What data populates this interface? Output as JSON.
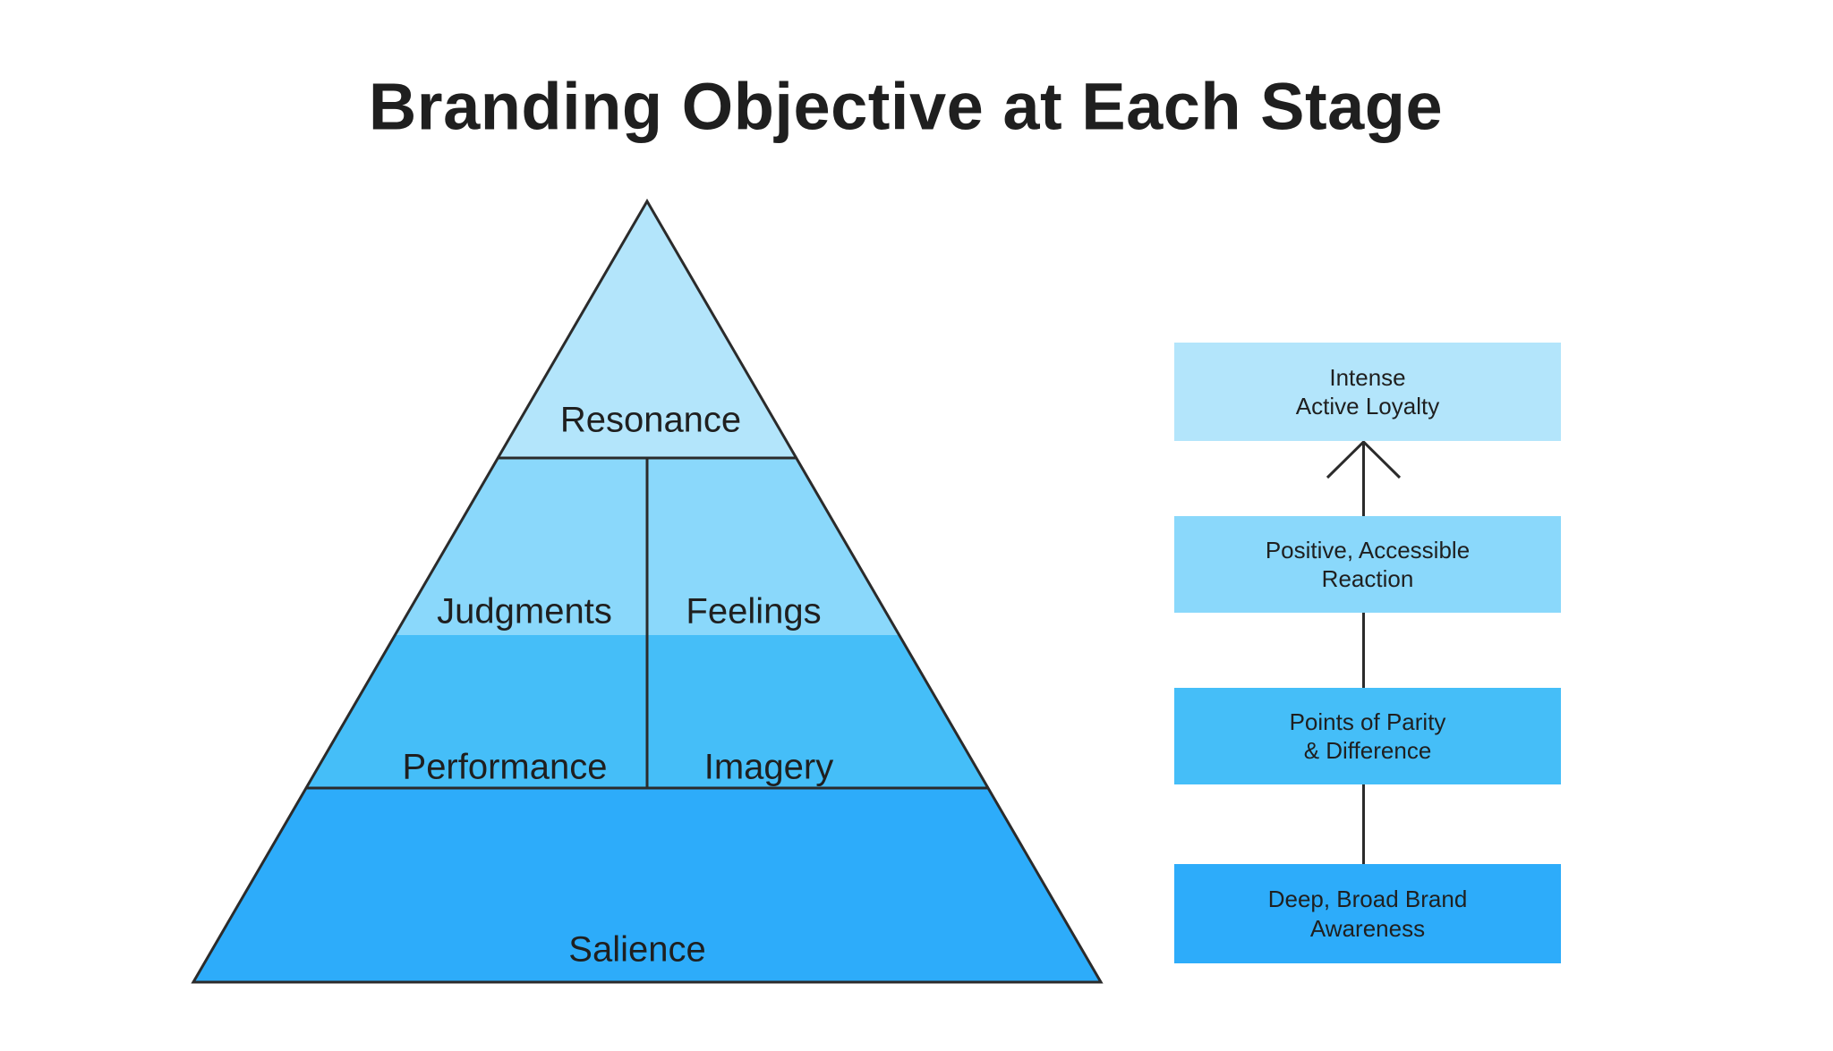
{
  "title": "Branding Objective at Each Stage",
  "diagram": {
    "line_color": "#2b2b2b",
    "text_color": "#1f1f1f",
    "background": "#ffffff"
  },
  "pyramid": {
    "levels": [
      {
        "label": "Resonance",
        "color": "#b3e5fb"
      },
      {
        "label": "Judgments",
        "color": "#8ad8fb"
      },
      {
        "label": "Feelings",
        "color": "#8ad8fb"
      },
      {
        "label": "Performance",
        "color": "#45bef8"
      },
      {
        "label": "Imagery",
        "color": "#45bef8"
      },
      {
        "label": "Salience",
        "color": "#2dacfa"
      }
    ]
  },
  "stages": [
    {
      "label": "Intense\nActive Loyalty",
      "color": "#b3e5fb"
    },
    {
      "label": "Positive, Accessible\nReaction",
      "color": "#8ad8fb"
    },
    {
      "label": "Points of Parity\n& Difference",
      "color": "#45bef8"
    },
    {
      "label": "Deep, Broad Brand\nAwareness",
      "color": "#2dacfa"
    }
  ]
}
